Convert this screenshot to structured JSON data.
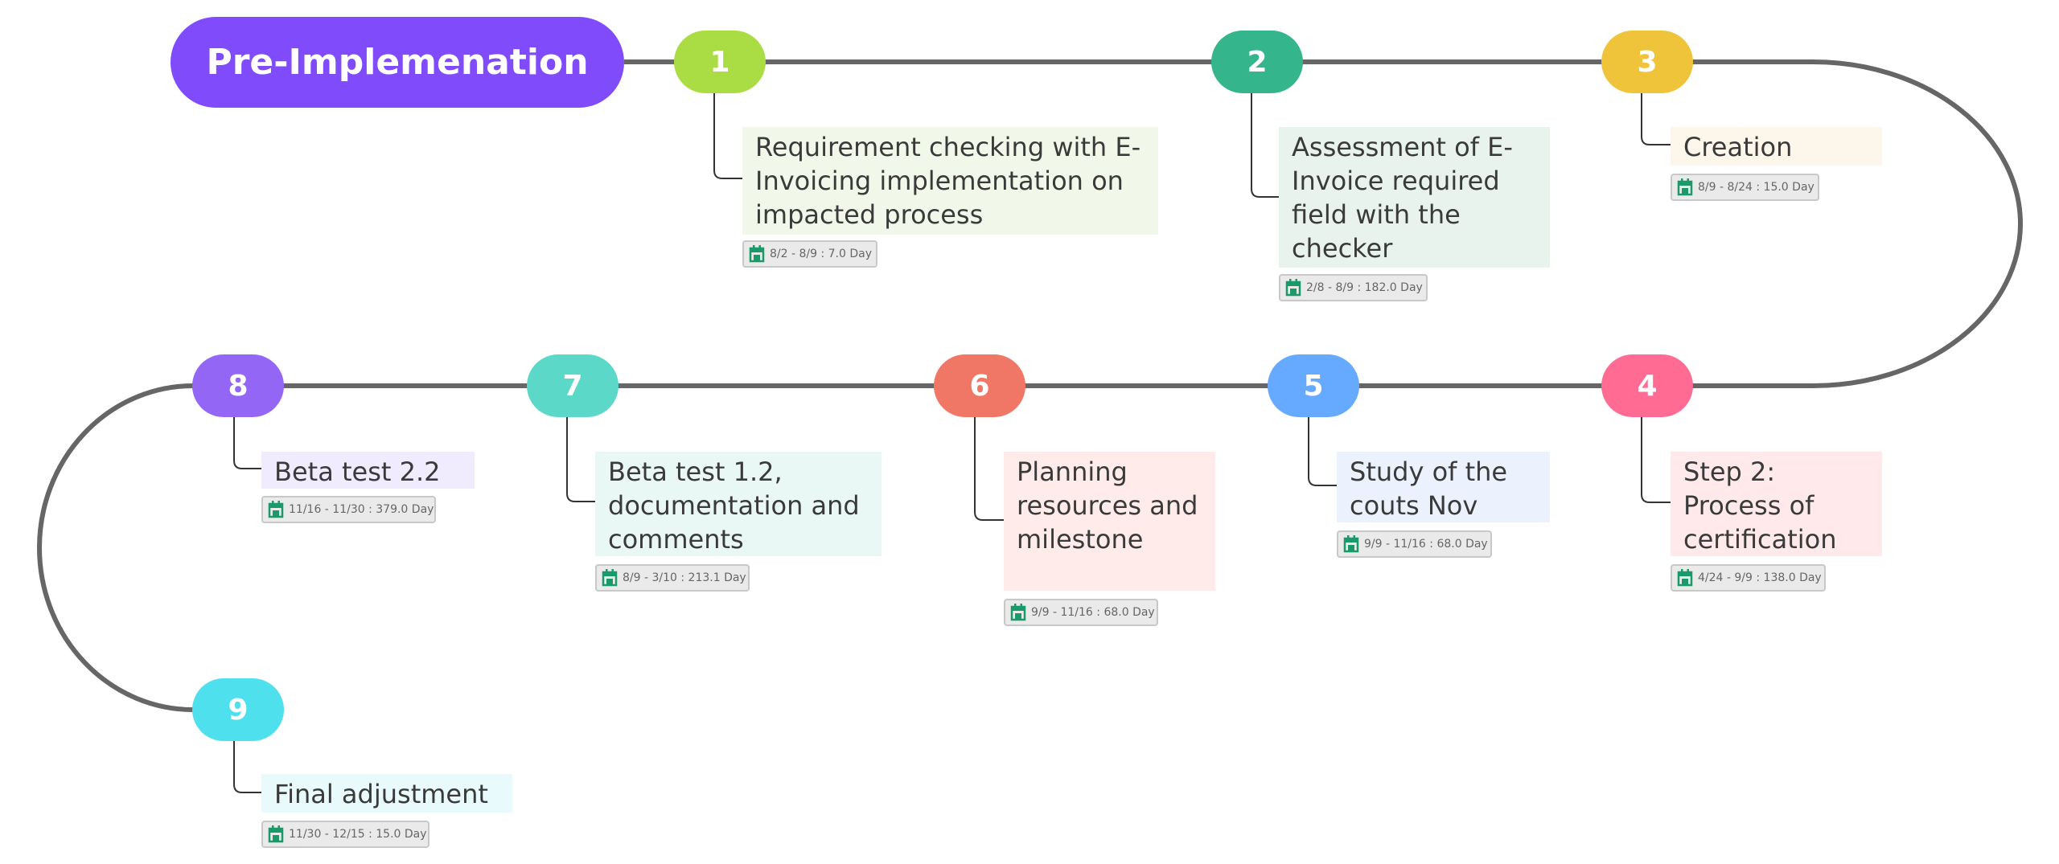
{
  "root": {
    "label": "Pre-Implemenation",
    "color": "#7f4bfb"
  },
  "steps": [
    {
      "number": "1",
      "label": "Requirement checking with E-Invoicing implementation on impacted process",
      "date": "8/2 - 8/9 : 7.0 Day",
      "color": "#aadd44",
      "bg": "#f2f8e9"
    },
    {
      "number": "2",
      "label": "Assessment of E-Invoice required field with the checker",
      "date": "2/8 - 8/9 : 182.0 Day",
      "color": "#35b58b",
      "bg": "#e8f3ee"
    },
    {
      "number": "3",
      "label": "Creation",
      "date": "8/9 - 8/24 : 15.0 Day",
      "color": "#f0c43a",
      "bg": "#fcf7ea"
    },
    {
      "number": "4",
      "label": "Step 2: Process of certification",
      "date": "4/24 - 9/9 : 138.0 Day",
      "color": "#ff6b93",
      "bg": "#ffe9ea"
    },
    {
      "number": "5",
      "label": "Study of the couts Nov",
      "date": "9/9 - 11/16 : 68.0 Day",
      "color": "#66aaff",
      "bg": "#ebf1fd"
    },
    {
      "number": "6",
      "label": "Planning resources and milestone",
      "date": "9/9 - 11/16 : 68.0 Day",
      "color": "#f07766",
      "bg": "#feebea"
    },
    {
      "number": "7",
      "label": "Beta test 1.2, documentation and comments",
      "date": "8/9 - 3/10 : 213.1 Day",
      "color": "#5bd8c8",
      "bg": "#e9f7f5"
    },
    {
      "number": "8",
      "label": "Beta test 2.2",
      "date": "11/16 - 11/30 : 379.0 Day",
      "color": "#9466f6",
      "bg": "#f0ebfd"
    },
    {
      "number": "9",
      "label": "Final adjustment",
      "date": "11/30 - 12/15 : 15.0 Day",
      "color": "#4fe0ee",
      "bg": "#e8fafb"
    }
  ],
  "icons": {
    "date": "calendar-icon"
  }
}
